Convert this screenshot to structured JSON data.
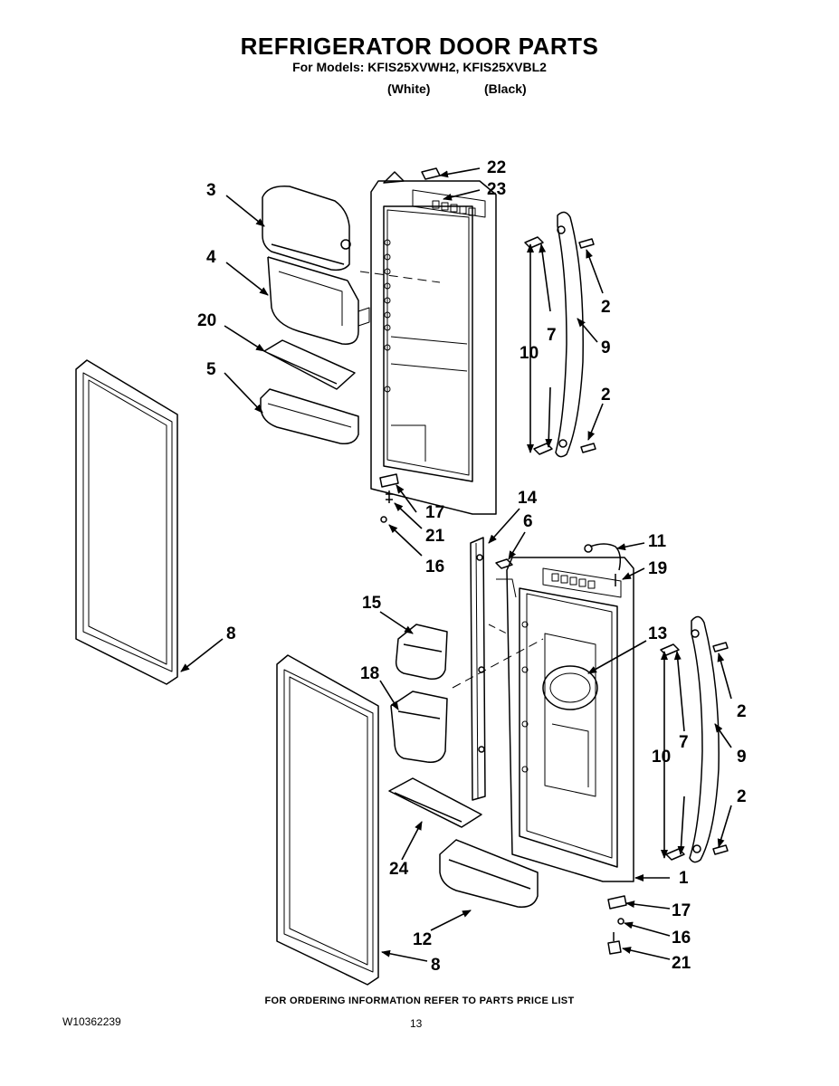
{
  "header": {
    "title": "REFRIGERATOR DOOR PARTS",
    "subtitle": "For Models: KFIS25XVWH2, KFIS25XVBL2",
    "variant_white": "(White)",
    "variant_black": "(Black)"
  },
  "callouts": {
    "c1": "1",
    "c2a": "2",
    "c2b": "2",
    "c2c": "2",
    "c2d": "2",
    "c3": "3",
    "c4": "4",
    "c5": "5",
    "c6": "6",
    "c7a": "7",
    "c7b": "7",
    "c8a": "8",
    "c8b": "8",
    "c9a": "9",
    "c9b": "9",
    "c10a": "10",
    "c10b": "10",
    "c11": "11",
    "c12": "12",
    "c13": "13",
    "c14": "14",
    "c15": "15",
    "c16a": "16",
    "c16b": "16",
    "c17a": "17",
    "c17b": "17",
    "c18": "18",
    "c19": "19",
    "c20": "20",
    "c21a": "21",
    "c21b": "21",
    "c22": "22",
    "c23": "23",
    "c24": "24"
  },
  "footer": {
    "ordering_note": "FOR ORDERING INFORMATION REFER TO PARTS PRICE LIST",
    "doc_number": "W10362239",
    "page_number": "13"
  }
}
